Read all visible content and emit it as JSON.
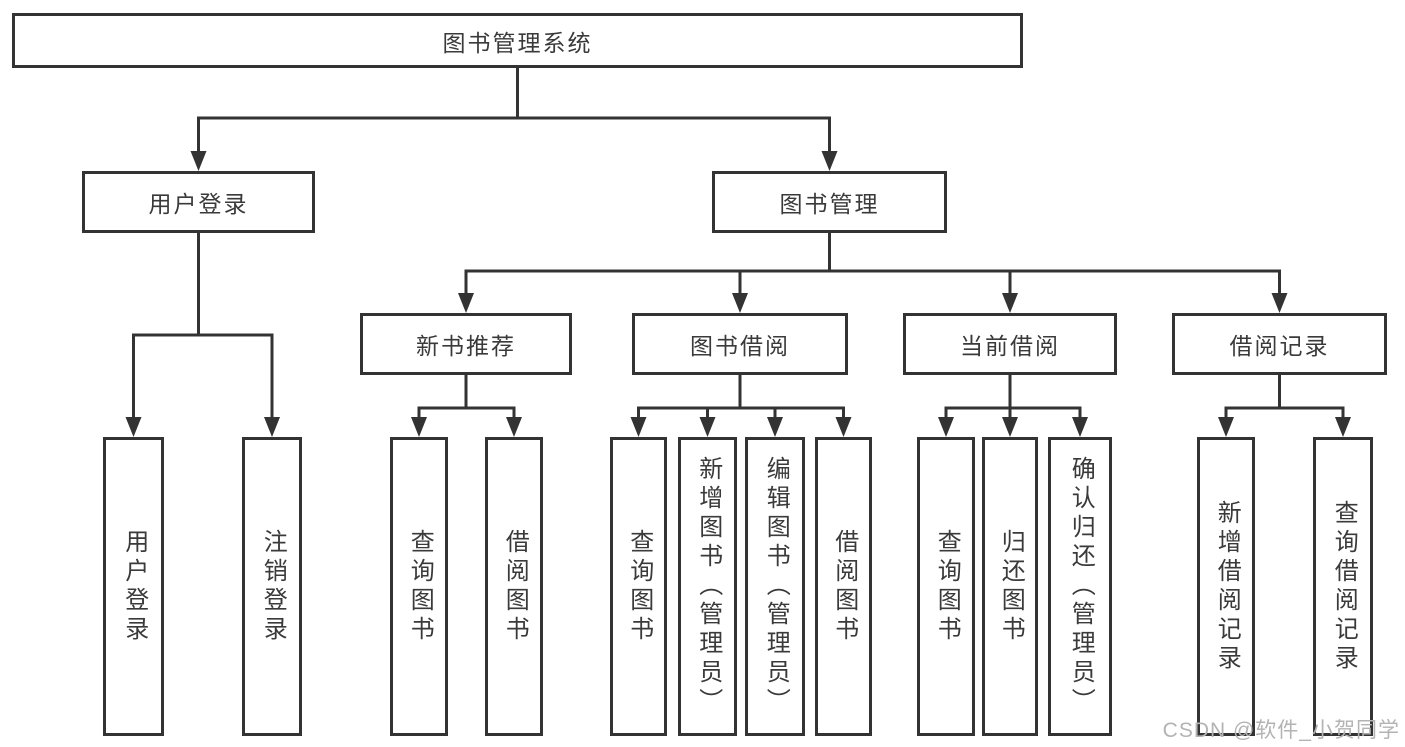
{
  "colors": {
    "line": "#333333",
    "box_border": "#333333",
    "box_fill": "#ffffff",
    "text": "#3a3a3a",
    "background": "#ffffff",
    "watermark": "#b3b3b3"
  },
  "watermark": {
    "text": "CSDN @软件_小贺同学"
  },
  "tree": {
    "root": {
      "label": "图书管理系统",
      "children": [
        {
          "label": "用户登录",
          "children": [
            {
              "label": "用户登录"
            },
            {
              "label": "注销登录"
            }
          ]
        },
        {
          "label": "图书管理",
          "children": [
            {
              "label": "新书推荐",
              "children": [
                {
                  "label": "查询图书"
                },
                {
                  "label": "借阅图书"
                }
              ]
            },
            {
              "label": "图书借阅",
              "children": [
                {
                  "label": "查询图书"
                },
                {
                  "label": "新增图书（管理员）"
                },
                {
                  "label": "编辑图书（管理员）"
                },
                {
                  "label": "借阅图书"
                }
              ]
            },
            {
              "label": "当前借阅",
              "children": [
                {
                  "label": "查询图书"
                },
                {
                  "label": "归还图书"
                },
                {
                  "label": "确认归还（管理员）"
                }
              ]
            },
            {
              "label": "借阅记录",
              "children": [
                {
                  "label": "新增借阅记录"
                },
                {
                  "label": "查询借阅记录"
                }
              ]
            }
          ]
        }
      ]
    }
  }
}
